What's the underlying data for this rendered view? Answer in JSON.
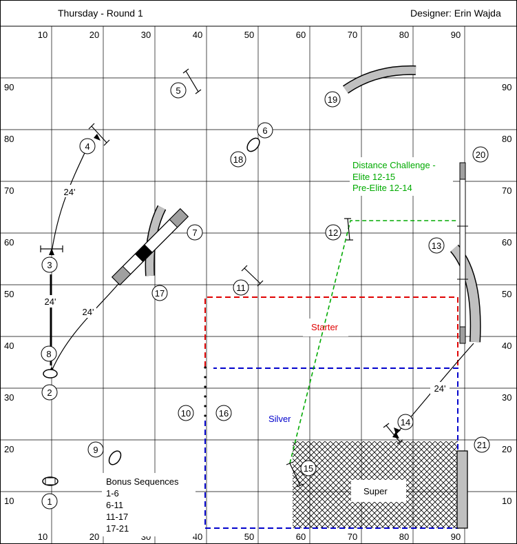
{
  "header": {
    "title": "Thursday - Round 1",
    "designer": "Designer: Erin Wajda"
  },
  "axis": {
    "top_labels": [
      "10",
      "20",
      "30",
      "40",
      "50",
      "60",
      "70",
      "80",
      "90"
    ],
    "bottom_labels": [
      "10",
      "20",
      "30",
      "40",
      "50",
      "60",
      "70",
      "80",
      "90"
    ],
    "left_labels": [
      "90",
      "80",
      "70",
      "60",
      "50",
      "40",
      "30",
      "20",
      "10"
    ],
    "right_labels": [
      "90",
      "80",
      "70",
      "60",
      "50",
      "40",
      "30",
      "20",
      "10"
    ]
  },
  "obstacles": [
    "1",
    "2",
    "3",
    "4",
    "5",
    "6",
    "7",
    "8",
    "9",
    "10",
    "11",
    "12",
    "13",
    "14",
    "15",
    "16",
    "17",
    "18",
    "19",
    "20",
    "21"
  ],
  "distances": [
    "24'",
    "24'",
    "24'",
    "24'"
  ],
  "labels": {
    "distance_challenge": [
      "Distance Challenge -",
      "Elite 12-15",
      "Pre-Elite 12-14"
    ],
    "starter": "Starter",
    "silver": "Silver",
    "super": "Super",
    "bonus": [
      "Bonus Sequences",
      "1-6",
      "6-11",
      "11-17",
      "17-21"
    ]
  },
  "colors": {
    "starter": "#e00000",
    "silver": "#0000cc",
    "distance": "#00aa00",
    "tunnel": "#c0c0c0"
  }
}
